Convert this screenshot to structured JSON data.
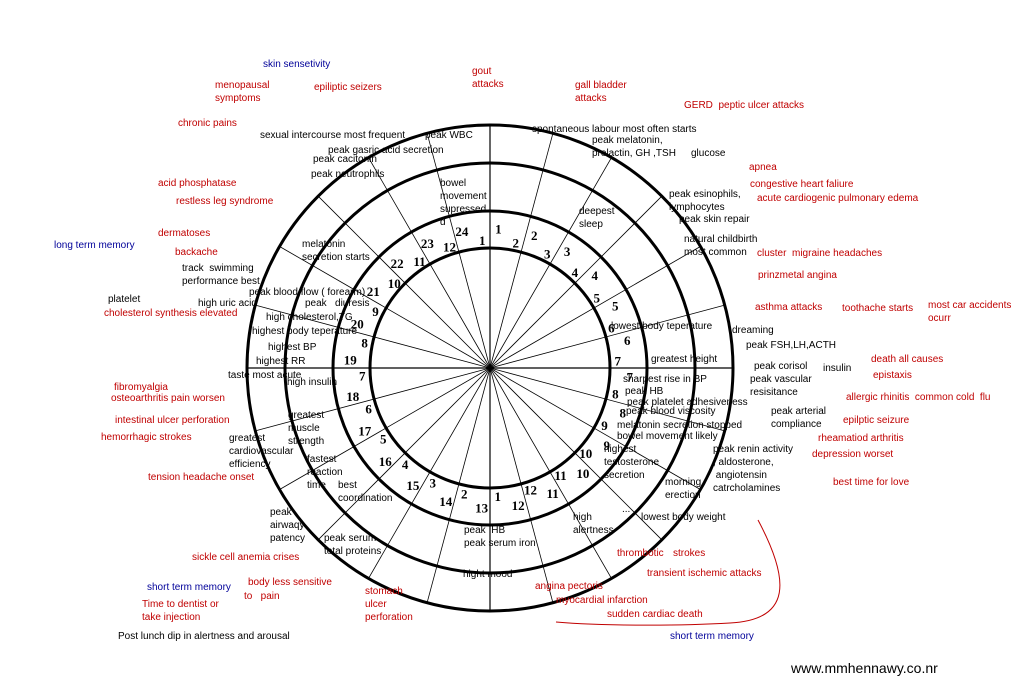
{
  "diagram": {
    "outer_numbers": [
      "1",
      "2",
      "3",
      "4",
      "5",
      "6",
      "7",
      "8",
      "9",
      "10",
      "11",
      "12",
      "13",
      "14",
      "15",
      "16",
      "17",
      "18",
      "19",
      "20",
      "21",
      "22",
      "23",
      "24"
    ],
    "inner_numbers": [
      "1",
      "2",
      "3",
      "4",
      "5",
      "6",
      "7",
      "8",
      "9",
      "10",
      "11",
      "12",
      "1",
      "2",
      "3",
      "4",
      "5",
      "6",
      "7",
      "8",
      "9",
      "10",
      "11",
      "12"
    ]
  },
  "labels": {
    "skin_sensitivity": "skin sensetivity",
    "menopausal": "menopausal\nsymptoms",
    "epileptic_seizers": "epiliptic seizers",
    "gout": "gout\nattacks",
    "gall_bladder": "gall bladder\nattacks",
    "gerd": "GERD  peptic ulcer attacks",
    "chronic_pains": "chronic pains",
    "sexual_intercourse": "sexual intercourse most frequent",
    "peak_wbc": "peak WBC",
    "spontaneous_labour": "spontaneous labour most often starts",
    "peak_melatonin": "peak melatonin,\nprolactin, GH ,TSH",
    "glucose": "glucose",
    "peak_gastric": "peak gasric acid secretion",
    "peak_calcitonin": "peak cacitonin",
    "peak_neutrophils": "peak neutrophils",
    "apnea": "apnea",
    "congestive_heart": "congestive heart faliure",
    "acute_cardiogenic": "acute cardiogenic pulmonary edema",
    "acid_phosphatase": "acid phosphatase",
    "restless_leg": "restless leg syndrome",
    "bowel_movement": "bowel\nmovement\nsupressed\nd",
    "deepest_sleep": "deepest\nsleep",
    "peak_eosinophils": "peak esinophils,\nlymphocytes",
    "peak_skin_repair": "peak skin repair",
    "dermatoses": "dermatoses",
    "long_term_memory": "long term memory",
    "backache": "backache",
    "melatonin_starts": "melatonin\nsecretion starts",
    "natural_childbirth": "natural childbirth\nmost common",
    "cluster": "cluster  migraine headaches",
    "track_swimming": "track  swimming\nperformance best",
    "prinzmetal": "prinzmetal angina",
    "platelet": "platelet",
    "high_uric": "high uric acid",
    "peak_blood_flow": "peak blood flow ( forearm)",
    "peak_diuresis": "peak   diuresis",
    "cholesterol_synthesis": "cholesterol synthesis elevated",
    "high_cholesterol": "high cholesterol,TG",
    "asthma": "asthma attacks",
    "toothache": "toothache starts",
    "most_car": "most car accidents\nocurr",
    "highest_body_temp": "highest body teperature",
    "lowest_body_temp": "lowest body teperature",
    "dreaming": "dreaming",
    "highest_bp": "highest BP",
    "peak_fsh": "peak FSH,LH,ACTH",
    "highest_rr": "highest RR",
    "greatest_height": "greatest height",
    "death_all": "death all causes",
    "taste": "taste most acute",
    "peak_cortisol": "peak corisol",
    "insulin": "insulin",
    "epistaxis": "epistaxis",
    "high_insulin": "high insulin",
    "sharpest_rise": "sharpest rise in BP",
    "peak_vascular": "peak vascular\nresisitance",
    "fibromyalgia": "fibromyalgia",
    "osteoarthritis": "osteoarthritis pain worsen",
    "peak_hb": "peak HB",
    "allergic": "allergic rhinitis  common cold  flu",
    "peak_platelet": "peak platelet adhesiveness",
    "greatest_muscle": "greatest\nmuscle\nstrength",
    "peak_blood_viscosity": "peak blood viscosity",
    "peak_arterial": "peak arterial\ncompliance",
    "epileptic_seizure": "epilptic seizure",
    "intestinal_ulcer": "intestinal ulcer perforation",
    "melatonin_stopped": "melatonin secretion stopped",
    "bowel_likely": "bowel movement likely",
    "rheumatoid": "rheamatiod arthritis",
    "hemorrhagic": "hemorrhagic strokes",
    "greatest_cardio": "greatest\ncardiovascular\nefficiency",
    "highest_testosterone": "highest\ntestosterone\nsecretion",
    "peak_renin": "peak renin activity\n, aldosterone,\n angiotensin\ncatrcholamines",
    "depression": "depression worset",
    "fastest_reaction": "fastest\nreaction\ntime",
    "best_coordination": "best\ncoordination",
    "tension_headache": "tension headache onset",
    "morning_erection": "morning\nerection",
    "best_time_love": "best time for love",
    "peak_airway": "peak\nairwaqy\npatency",
    "peak_serum_proteins": "peak serum\ntotal proteins",
    "peak_hb_iron": "peak  HB\npeak serum iron",
    "high_alertness": "high\nalertness",
    "lowest_body_weight": "lowest body weight",
    "sickle_cell": "sickle cell anemia crises",
    "thrombotic": "thrombotic",
    "strokes": "strokes",
    "transient": "transient ischemic attacks",
    "short_term_memory_left": "short term memory",
    "body_less_sensitive": "body less sensitive",
    "to_pain": "to   pain",
    "hight_mood": "hight mood",
    "stomach_ulcer": "stomach\nulcer\nperforation",
    "angina": "angina pectoris",
    "myocardial": "myocardial infarction",
    "time_dentist": "Time to dentist or\ntake injection",
    "sudden_death": "sudden cardiac death",
    "post_lunch": "Post lunch dip in alertness and arousal",
    "short_term_memory_right": "short term memory",
    "dots": "..."
  },
  "footer": "www.mmhennawy.co.nr"
}
